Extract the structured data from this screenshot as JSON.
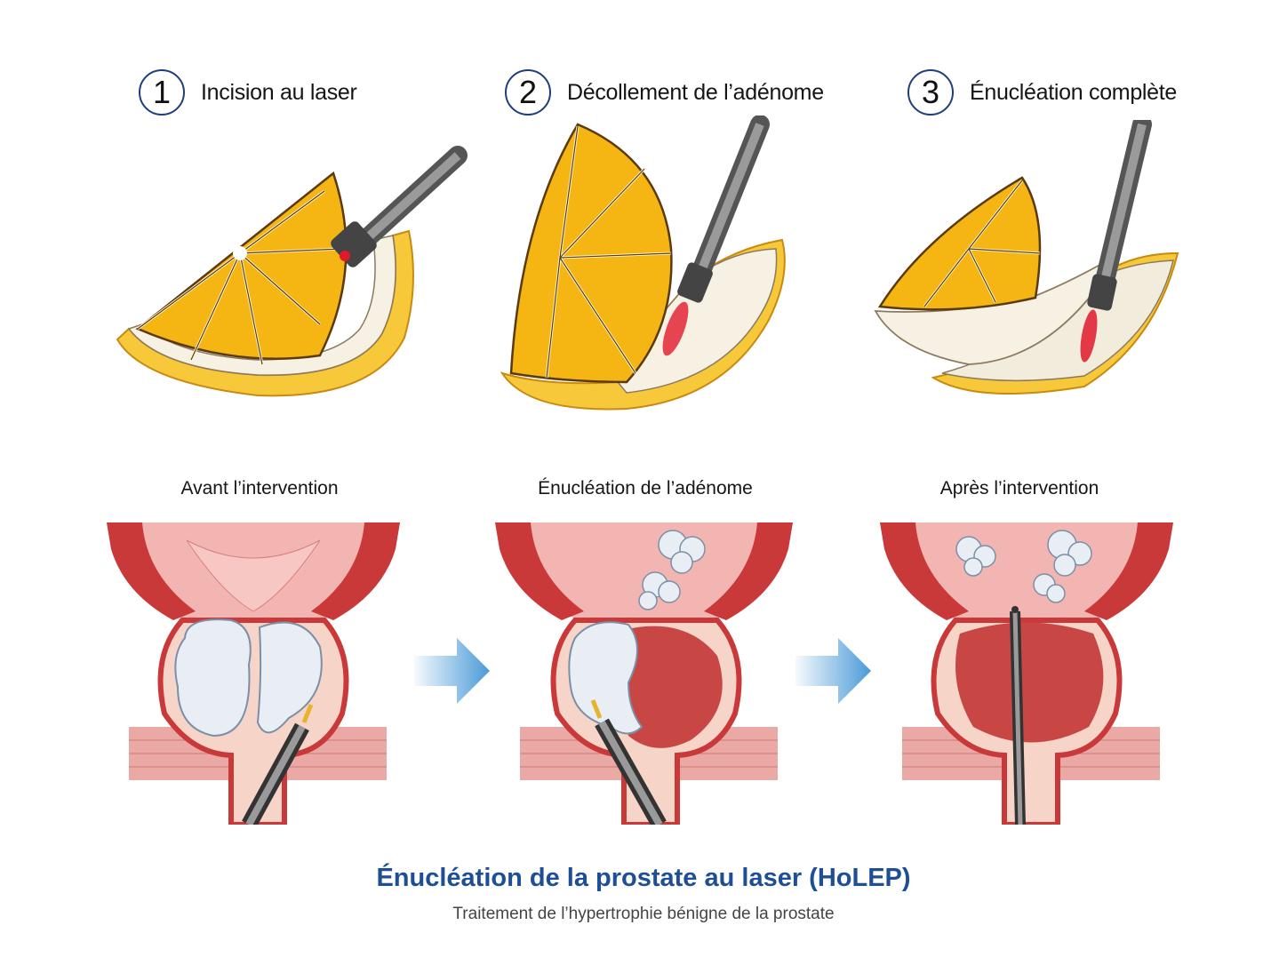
{
  "steps": [
    {
      "number": "1",
      "label": "Incision au laser"
    },
    {
      "number": "2",
      "label": "Décollement de l’adénome"
    },
    {
      "number": "3",
      "label": "Énucléation complète"
    }
  ],
  "stages": [
    {
      "label": "Avant l’intervention"
    },
    {
      "label": "Énucléation de l’adénome"
    },
    {
      "label": "Après l’intervention"
    }
  ],
  "title": "Énucléation de la prostate au laser (HoLEP)",
  "subtitle": "Traitement de l’hypertrophie bénigne de la prostate",
  "colors": {
    "accent": "#1f3f7a",
    "title": "#1e4f96",
    "orange_pulp": "#f5b512",
    "orange_rind": "#f7c93a",
    "pith": "#f7f1e3",
    "tissue": "#f2b5b2",
    "muscle": "#c9393a",
    "bladder": "#c84744",
    "adenoma": "#e8eef4",
    "laser": "#e0192b",
    "arrow": "#4a9ad8"
  },
  "icons": [
    "laser-fiber-icon",
    "right-arrow-icon"
  ]
}
